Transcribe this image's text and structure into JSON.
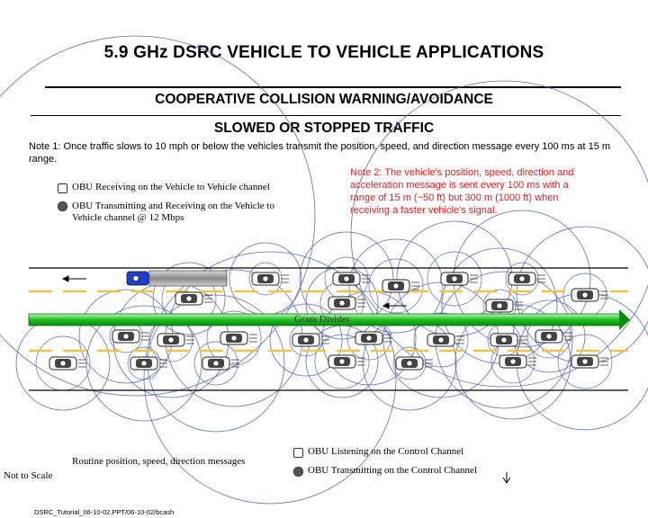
{
  "title": "5.9 GHz DSRC VEHICLE TO VEHICLE APPLICATIONS",
  "subtitle": "COOPERATIVE COLLISION WARNING/AVOIDANCE",
  "section": "SLOWED OR STOPPED TRAFFIC",
  "note1": "Note 1: Once traffic slows to 10 mph or below the vehicles transmit the position, speed, and direction message every 100 ms at 15 m range.",
  "note2": "Note 2: The vehicle's position, speed, direction and acceleration message is sent every 100 ms with a range of 15 m (~50 ft) but 300 m (1000 ft) when receiving a faster vehicle's signal.",
  "legend": {
    "obu_receiving": "OBU Receiving on the Vehicle to Vehicle channel",
    "obu_transmitting": "OBU Transmitting and Receiving on the Vehicle to Vehicle channel @ 12 Mbps",
    "obu_listening": "OBU Listening on the Control Channel",
    "obu_control_tx": "OBU Transmitting on the Control Channel"
  },
  "divider_label": "Grass Divider",
  "routine_label": "Routine position, speed, direction messages",
  "scale_label": "Not to Scale",
  "footer": "DSRC_Tutorial_06-10-02.PPT/06-10-02/bcash",
  "colors": {
    "note2": "#e11b1b",
    "divider": "#22cc22",
    "lane_dash": "#f0c44a",
    "circle": "#5a6fb0",
    "fast_car": "#1f3fd0"
  }
}
